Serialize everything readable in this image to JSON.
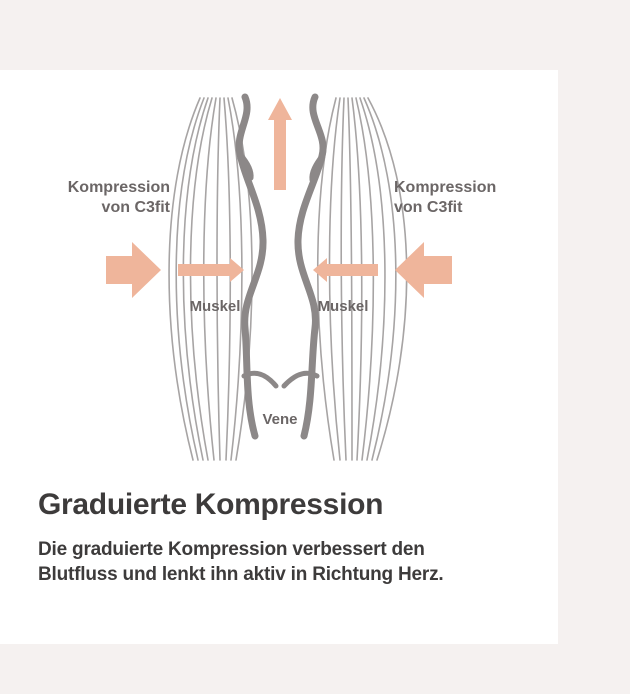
{
  "diagram": {
    "left_label_lines": [
      "Kompression",
      "von C3fit"
    ],
    "right_label_lines": [
      "Kompression",
      "von C3fit"
    ],
    "muscle_left_label": "Muskel",
    "muscle_right_label": "Muskel",
    "vein_label": "Vene"
  },
  "content": {
    "title": "Graduierte Kompression",
    "description_lines": [
      "Die graduierte Kompression verbessert den",
      "Blutfluss und lenkt ihn aktiv in Richtung Herz."
    ]
  },
  "colors": {
    "background": "#f5f1f0",
    "card": "#ffffff",
    "arrow": "#efb59b",
    "muscle_line": "#a7a4a4",
    "vein": "#8c8888",
    "text_dark": "#3d3b3b",
    "text_gray": "#6b6666"
  }
}
